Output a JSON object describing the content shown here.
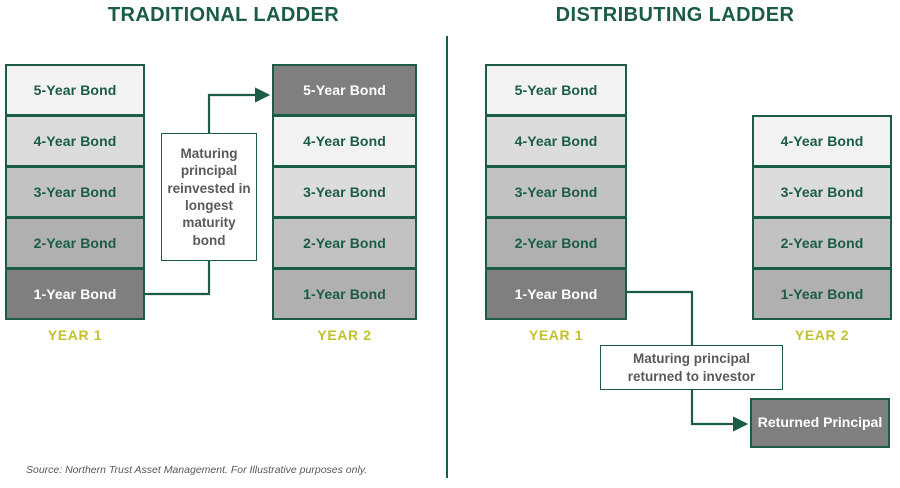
{
  "panels": {
    "left": {
      "title": "TRADITIONAL LADDER",
      "year1_label": "YEAR 1",
      "year2_label": "YEAR 2",
      "year1_bonds": [
        {
          "label": "5-Year Bond",
          "fill": "#f2f2f2",
          "text": "#1a5c45"
        },
        {
          "label": "4-Year Bond",
          "fill": "#dcdcdc",
          "text": "#1a5c45"
        },
        {
          "label": "3-Year Bond",
          "fill": "#c2c2c2",
          "text": "#1a5c45"
        },
        {
          "label": "2-Year Bond",
          "fill": "#b0b0b0",
          "text": "#1a5c45"
        },
        {
          "label": "1-Year Bond",
          "fill": "#7f7f7f",
          "text": "#ffffff"
        }
      ],
      "year2_bonds": [
        {
          "label": "5-Year Bond",
          "fill": "#7f7f7f",
          "text": "#ffffff"
        },
        {
          "label": "4-Year Bond",
          "fill": "#f2f2f2",
          "text": "#1a5c45"
        },
        {
          "label": "3-Year Bond",
          "fill": "#dcdcdc",
          "text": "#1a5c45"
        },
        {
          "label": "2-Year Bond",
          "fill": "#c2c2c2",
          "text": "#1a5c45"
        },
        {
          "label": "1-Year Bond",
          "fill": "#b0b0b0",
          "text": "#1a5c45"
        }
      ],
      "note": "Maturing principal reinvested in longest maturity bond"
    },
    "right": {
      "title": "DISTRIBUTING LADDER",
      "year1_label": "YEAR 1",
      "year2_label": "YEAR 2",
      "year1_bonds": [
        {
          "label": "5-Year Bond",
          "fill": "#f2f2f2",
          "text": "#1a5c45"
        },
        {
          "label": "4-Year Bond",
          "fill": "#dcdcdc",
          "text": "#1a5c45"
        },
        {
          "label": "3-Year Bond",
          "fill": "#c2c2c2",
          "text": "#1a5c45"
        },
        {
          "label": "2-Year Bond",
          "fill": "#b0b0b0",
          "text": "#1a5c45"
        },
        {
          "label": "1-Year Bond",
          "fill": "#7f7f7f",
          "text": "#ffffff"
        }
      ],
      "year2_bonds": [
        {
          "label": "4-Year Bond",
          "fill": "#f2f2f2",
          "text": "#1a5c45"
        },
        {
          "label": "3-Year Bond",
          "fill": "#dcdcdc",
          "text": "#1a5c45"
        },
        {
          "label": "2-Year Bond",
          "fill": "#c2c2c2",
          "text": "#1a5c45"
        },
        {
          "label": "1-Year Bond",
          "fill": "#b0b0b0",
          "text": "#1a5c45"
        }
      ],
      "note": "Maturing principal returned to investor",
      "result": "Returned Principal"
    }
  },
  "source": "Source: Northern Trust Asset Management. For Illustrative purposes only.",
  "colors": {
    "brand_green": "#1a5c45",
    "year_label": "#c3c12c",
    "note_text": "#5a5a5a"
  }
}
